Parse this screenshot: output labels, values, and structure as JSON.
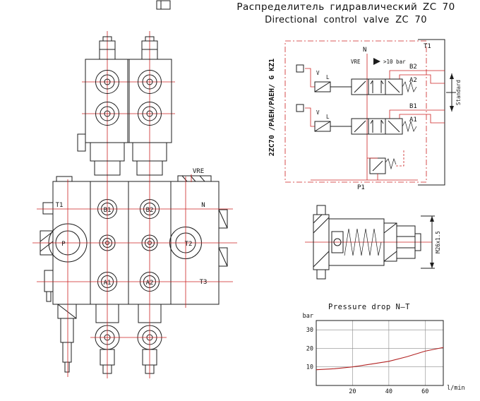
{
  "title": {
    "ru": "Распределитель гидравлический ZC 70",
    "en": "Directional control valve ZC 70"
  },
  "assembly": {
    "t1": "T1",
    "p": "P",
    "b1": "B1",
    "b2": "B2",
    "a1": "A1",
    "a2": "A2",
    "t2": "T2",
    "t3": "T3",
    "n": "N",
    "vre": "VRE"
  },
  "schematic": {
    "model": "2ZC70 /PAEH/PAEH/ G KZ1",
    "n": "N",
    "vre": "VRE",
    "pressure_note": ">10 bar",
    "t1": "T1",
    "b2": "B2",
    "a2": "A2",
    "b1": "B1",
    "a1": "A1",
    "p1": "P1",
    "standard": "Standard",
    "upper_v": "V",
    "upper_l": "L",
    "lower_v": "V",
    "lower_l": "L"
  },
  "cartridge": {
    "thread": "M26x1.5"
  },
  "chart_data": {
    "type": "line",
    "title": "Pressure drop N–T",
    "xlabel": "l/min",
    "ylabel": "bar",
    "xlim": [
      0,
      70
    ],
    "ylim": [
      0,
      35
    ],
    "x_ticks": [
      20,
      40,
      60
    ],
    "y_ticks": [
      10,
      20,
      30
    ],
    "grid": true,
    "legend": "none",
    "series": [
      {
        "name": "Pressure drop N-T",
        "color": "#b22222",
        "x": [
          0,
          10,
          20,
          30,
          40,
          50,
          60,
          70
        ],
        "y": [
          8.5,
          9,
          10,
          11.5,
          13,
          15.5,
          18.5,
          20.5
        ]
      }
    ]
  },
  "colors": {
    "drawing_line": "#1c1c1c",
    "centerline_red": "#cc2222",
    "curve_red": "#b22222"
  }
}
